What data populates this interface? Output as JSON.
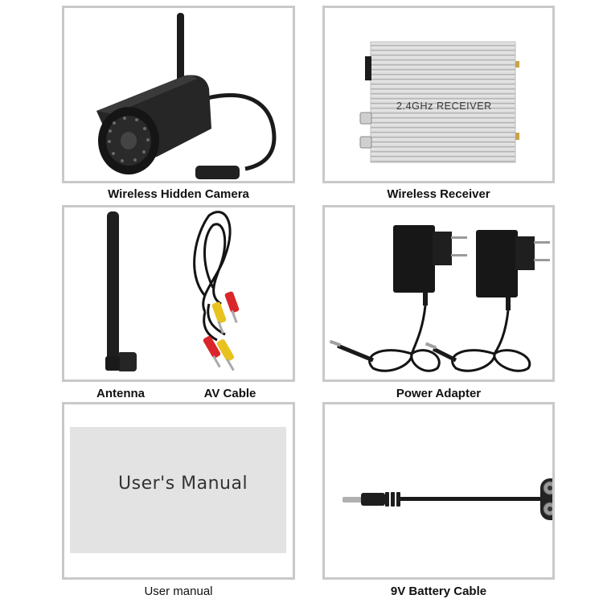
{
  "grid": {
    "border_color": "#c9c9c9",
    "items": [
      {
        "caption": "Wireless Hidden Camera",
        "image": "camera-image"
      },
      {
        "caption": "Wireless Receiver",
        "image": "receiver-image",
        "device_label": "2.4GHz  RECEIVER"
      },
      {
        "captions": [
          "Antenna",
          "AV Cable"
        ],
        "image": "antenna-av-cable-image"
      },
      {
        "caption": "Power Adapter",
        "image": "power-adapter-image"
      },
      {
        "caption": "User manual",
        "image": "user-manual-image",
        "cover_text": "User's Manual"
      },
      {
        "caption": "9V Battery Cable",
        "image": "battery-cable-image"
      }
    ]
  }
}
